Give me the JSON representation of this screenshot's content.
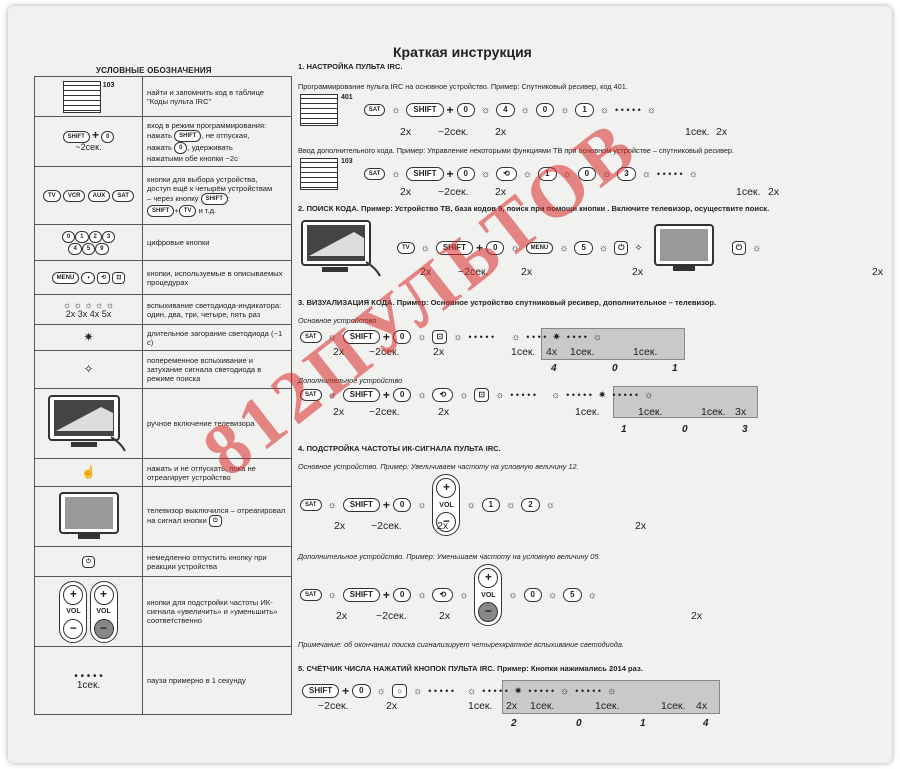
{
  "title": "Краткая инструкция",
  "legend": {
    "header": "УСЛОВНЫЕ ОБОЗНАЧЕНИЯ",
    "rows": [
      {
        "sym": "103",
        "desc": "найти и запомнить код в таблице \"Коды пульта IRC\""
      },
      {
        "sym": "~2сек.",
        "desc_lines": [
          "вход в режим программирования:",
          "нажать",
          ", не отпуская,",
          "нажать",
          ", удерживать",
          "нажатыми обе кнопки ~2с"
        ]
      },
      {
        "desc_lines": [
          "кнопки для выбора устройства,",
          "доступ ещё к четырём устройствам",
          "– через кнопку",
          ":",
          "и т.д."
        ]
      },
      {
        "desc": "цифровые кнопки"
      },
      {
        "desc": "кнопки, используемые в описываемых процедурах"
      },
      {
        "sym": "2x 3x 4x 5x",
        "desc": "вспыхивание светодиода-индикатора: один, два, три, четыре, пять раз"
      },
      {
        "desc": "длительное загорание светодиода (~1 с)"
      },
      {
        "desc": "попеременное вспыхивание и затухание сигнала светодиода в режиме поиска"
      },
      {
        "desc": "ручное включение телевизора"
      },
      {
        "desc": "нажать и не отпускать, пока не отреагирует устройство"
      },
      {
        "desc": "телевизор выключился – отреагировал на сигнал кнопки"
      },
      {
        "desc": "немедленно отпустить кнопку при реакции устройства"
      },
      {
        "desc": "кнопки для подстройки частоты ИК-сигнала «увеличить» и «уменьшить» соответственно"
      },
      {
        "sym": "1сек.",
        "desc": "пауза примерно в 1 секунду"
      }
    ]
  },
  "keys": {
    "shift": "SHIFT",
    "sat": "SAT",
    "tv": "TV",
    "vcr": "VCR",
    "aux": "AUX",
    "menu": "MENU",
    "zero": "0",
    "one": "1",
    "two": "2",
    "three": "3",
    "four": "4",
    "five": "5",
    "nine": "9",
    "vol": "VOL",
    "plus": "+",
    "minus": "−"
  },
  "s1": {
    "head": "1.     НАСТРОЙКА ПУЛЬТА IRC.",
    "line1": "Программирование пульта IRC на основное устройство. Пример: Спутниковый ресивер, код 401.",
    "code1": "401",
    "line2": "Ввод дополнительного кода. Пример: Управление некоторыми функциями ТВ при основном устройстве – спутниковый ресивер.",
    "code2": "103"
  },
  "s2": {
    "head": "2.     ПОИСК КОДА. Пример: Устройство ТВ, база кодов 5, поиск при помощи кнопки     . Включите телевизор, осуществите поиск."
  },
  "s3": {
    "head": "3.     ВИЗУАЛИЗАЦИЯ КОДА. Пример: Основное устройство спутниковый ресивер, дополнительное – телевизор.",
    "main": "Основное устройство",
    "extra": "Дополнительное устройство",
    "digits1": [
      "4",
      "0",
      "1"
    ],
    "digits2": [
      "1",
      "0",
      "3"
    ]
  },
  "s4": {
    "head": "4.     ПОДСТРОЙКА ЧАСТОТЫ ИК-СИГНАЛА ПУЛЬТА IRC.",
    "line1": "Основное устройство. Пример: Увеличиваем частоту на условную величину 12.",
    "line2": "Дополнительное устройство. Пример: Уменьшаем частоту на условную величину 05."
  },
  "note": "Примечание: об окончании поиска сигнализирует четырехкратное вспыхивание светодиода.",
  "s5": {
    "head": "5.     СЧЁТЧИК ЧИСЛА НАЖАТИЙ КНОПОК ПУЛЬТА IRC. Пример: Кнопки нажимались 2014 раз.",
    "digits": [
      "2",
      "0",
      "1",
      "4"
    ]
  },
  "labels": {
    "x2": "2x",
    "x3": "3x",
    "x4": "4x",
    "sec2": "~2сек.",
    "sec1": "1сек."
  },
  "watermark": "812ПУЛЬТОВ",
  "colors": {
    "watermark": "#d72828",
    "highlight": "#c9c9c7"
  }
}
